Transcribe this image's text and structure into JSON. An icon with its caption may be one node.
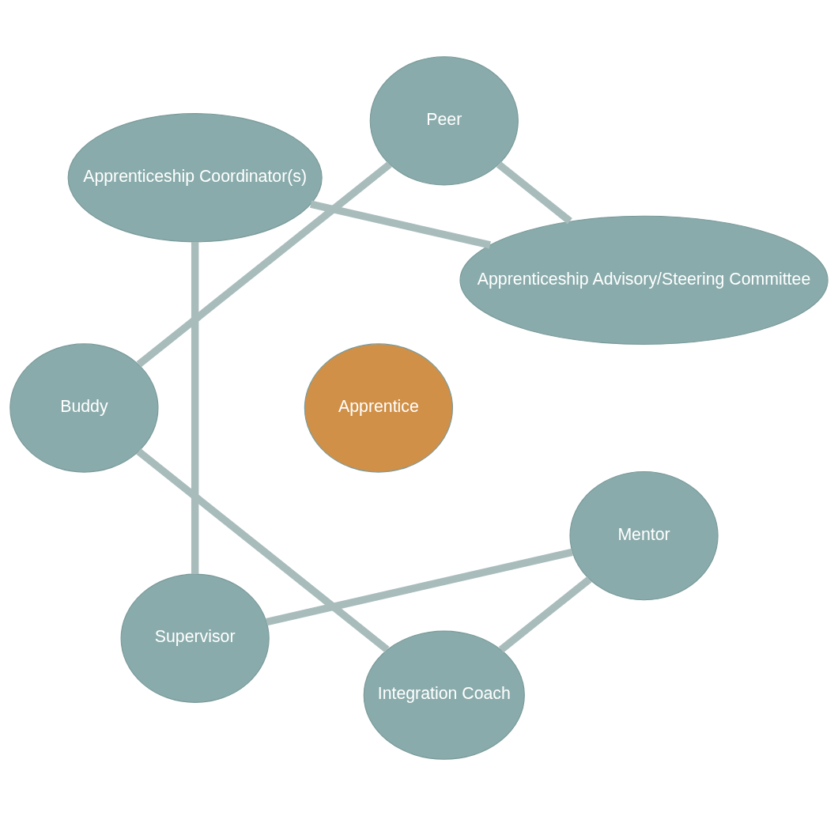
{
  "diagram": {
    "nodes": [
      {
        "text": [
          "Apprenticeship Advisory/Steering Committee"
        ]
      },
      {
        "text": [
          "Peer"
        ]
      },
      {
        "text": [
          "Apprenticeship Coordinator(s)"
        ]
      },
      {
        "text": [
          "Apprentice"
        ]
      },
      {
        "text": [
          "Buddy"
        ]
      },
      {
        "text": [
          "Supervisor"
        ]
      },
      {
        "text": [
          "Integration Coach"
        ]
      },
      {
        "text": [
          "Mentor"
        ]
      }
    ],
    "edges": [
      {
        "from": 0,
        "to": 2,
        "arrow": "none"
      },
      {
        "from": 2,
        "to": 5,
        "arrow": "none"
      },
      {
        "from": 5,
        "to": 7,
        "arrow": "none"
      },
      {
        "from": 7,
        "to": 6,
        "arrow": "none"
      },
      {
        "from": 6,
        "to": 4,
        "arrow": "none"
      },
      {
        "from": 4,
        "to": 1,
        "arrow": "none"
      },
      {
        "from": 1,
        "to": 0,
        "arrow": "none"
      }
    ]
  }
}
